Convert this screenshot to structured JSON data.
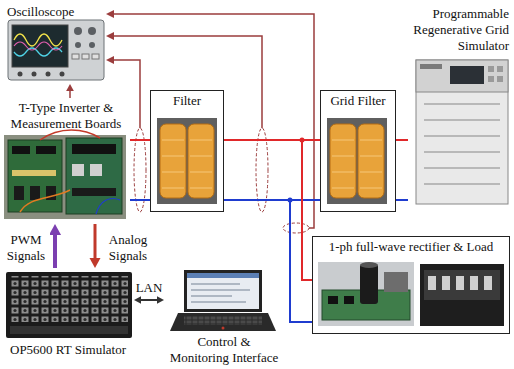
{
  "diagram": {
    "nodes": [
      {
        "text": [
          "Oscilloscope"
        ]
      },
      {
        "text": [
          "T-Type Inverter & Measurement Boards"
        ]
      },
      {
        "text": [
          "Filter"
        ]
      },
      {
        "text": [
          "Grid Filter"
        ]
      },
      {
        "text": [
          "Programmable Regenerative Grid Simulator"
        ]
      },
      {
        "text": [
          "1-ph full-wave rectifier & Load"
        ]
      },
      {
        "text": [
          "OP5600 RT Simulator"
        ]
      },
      {
        "text": [
          "Control & Monitoring Interface"
        ]
      }
    ],
    "edges": [
      {
        "from": 1,
        "to": 2,
        "arrow": "none"
      },
      {
        "from": 1,
        "to": 2,
        "arrow": "none"
      },
      {
        "from": 2,
        "to": 3,
        "arrow": "none"
      },
      {
        "from": 2,
        "to": 3,
        "arrow": "none"
      },
      {
        "from": 3,
        "to": 4,
        "arrow": "none"
      },
      {
        "from": 3,
        "to": 4,
        "arrow": "none"
      },
      {
        "from": 2,
        "to": 5,
        "arrow": "none"
      },
      {
        "from": 2,
        "to": 5,
        "arrow": "none"
      },
      {
        "from": 6,
        "to": 1,
        "arrow": "to",
        "label": "PWM Signals"
      },
      {
        "from": 1,
        "to": 6,
        "arrow": "to",
        "label": "Analog Signals"
      },
      {
        "from": 6,
        "to": 7,
        "arrow": "both",
        "label": "LAN"
      },
      {
        "from": 1,
        "to": 0,
        "arrow": "to"
      }
    ]
  }
}
